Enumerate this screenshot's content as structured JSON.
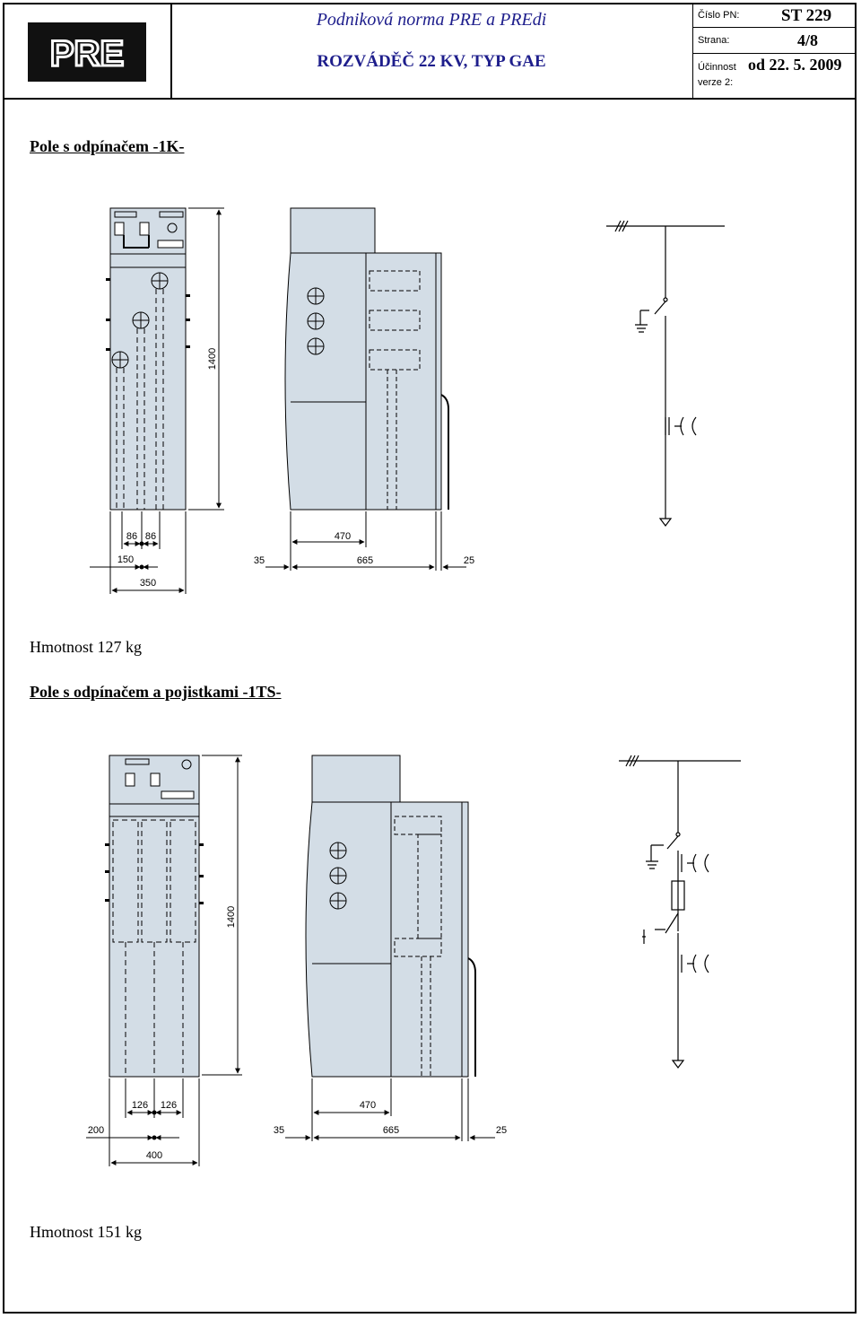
{
  "header": {
    "logo_text": "PRE",
    "standard_name": "Podniková norma PRE a PREdi",
    "document_title": "ROZVÁDĚČ 22 KV, TYP GAE",
    "pn_label": "Číslo PN:",
    "pn_value": "ST 229",
    "page_label": "Strana:",
    "page_value": "4/8",
    "effective_label": "Účinnost",
    "effective_value": "od 22. 5. 2009",
    "version_label": "verze 2:"
  },
  "sections": [
    {
      "title": "Pole s odpínačem -1K-",
      "weight": "Hmotnost 127 kg",
      "dims": {
        "height": "1400",
        "front_a": "86",
        "front_b": "86",
        "front_c": "150",
        "front_total": "350",
        "side_depth": "470",
        "side_left": "35",
        "side_total": "665",
        "side_right": "25"
      }
    },
    {
      "title": "Pole s odpínačem a pojistkami -1TS-",
      "weight": "Hmotnost 151 kg",
      "dims": {
        "height": "1400",
        "front_a": "126",
        "front_b": "126",
        "front_c": "200",
        "front_total": "400",
        "side_depth": "470",
        "side_left": "35",
        "side_total": "665",
        "side_right": "25"
      }
    }
  ],
  "colors": {
    "panel_fill": "#d3dde6",
    "header_text": "#1e1e8c",
    "line": "#000000"
  }
}
